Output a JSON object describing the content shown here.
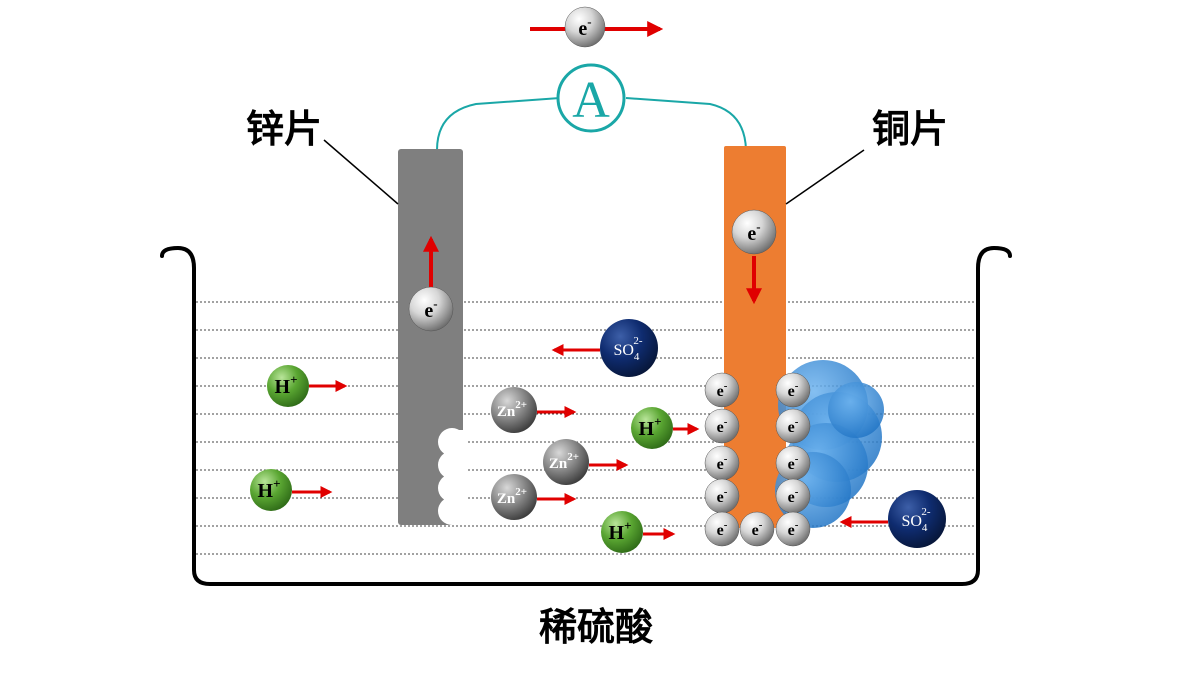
{
  "labels": {
    "zinc": "锌片",
    "copper": "铜片",
    "acid": "稀硫酸",
    "ammeter": "A"
  },
  "particles": {
    "electron": "e",
    "electron_charge": "-",
    "hydrogen": "H",
    "hydrogen_charge": "+",
    "zinc_ion": "Zn",
    "zinc_charge": "2+",
    "sulfate_base": "SO",
    "sulfate_sub": "4",
    "sulfate_charge": "2-"
  },
  "colors": {
    "zinc_electrode": "#7f7f7f",
    "copper_electrode": "#ed7d31",
    "wire": "#1aa7a7",
    "arrow": "#e00000",
    "bubble": "#2f86d6",
    "hydrogen_ion": "#4f9b2e",
    "sulfate_ion": "#0d2a6b"
  },
  "counts": {
    "copper_surface_electrons": 11,
    "hydrogen_ions": 4,
    "zinc_ions": 3,
    "sulfate_ions": 2
  }
}
